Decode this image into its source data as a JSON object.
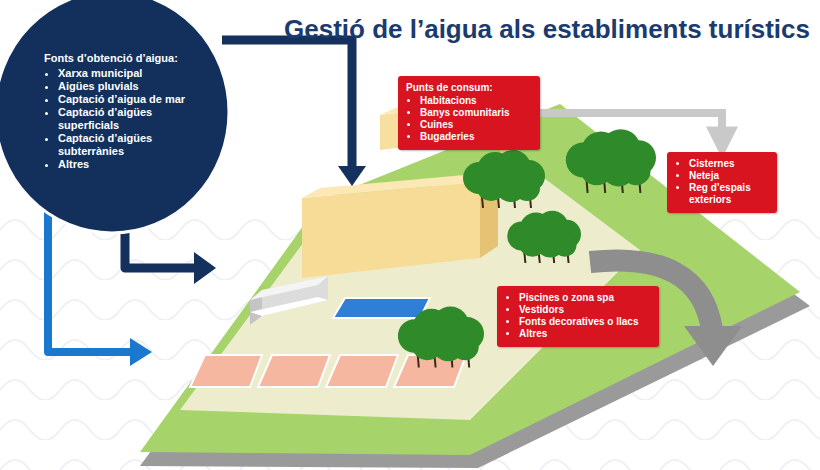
{
  "diagram": {
    "title": "Gestió de l’aigua als establiments turístics",
    "nodes": [
      {
        "text": [
          "Fonts d’obtenció d’aigua:",
          "Xarxa municipal",
          "Aigües pluvials",
          "Captació d’aigua de mar",
          "Captació d’aigües superficials",
          "Captació d’aigües subterrànies",
          "Altres"
        ]
      },
      {
        "text": [
          "Punts de consum:",
          "Habitacions",
          "Banys comunitaris",
          "Cuines",
          "Bugaderies"
        ]
      },
      {
        "text": [
          "Cisternes",
          "Neteja",
          "Reg d’espais exteriors"
        ]
      },
      {
        "text": [
          "Piscines o zona spa",
          "Vestidors",
          "Fonts decoratives o llacs",
          "Altres"
        ]
      }
    ],
    "edges": [
      {
        "from": 1,
        "to": 2,
        "arrow": "to"
      }
    ]
  }
}
